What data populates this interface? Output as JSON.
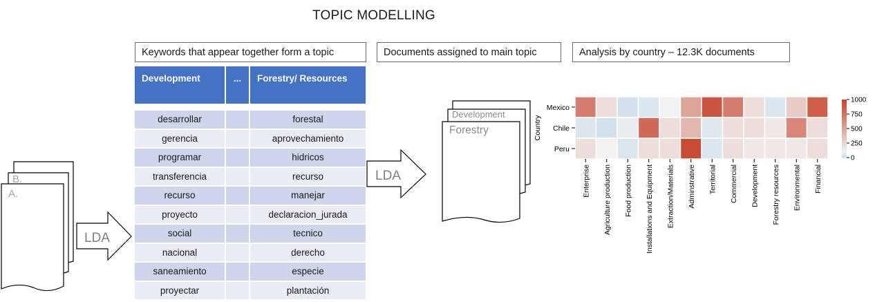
{
  "title": "TOPIC MODELLING",
  "steps": {
    "keywords": "Keywords that appear together form a topic",
    "assigned": "Documents assigned to main topic",
    "analysis": "Analysis by country – 12.3K documents"
  },
  "left_docs": {
    "front": "A.",
    "back": "B."
  },
  "lda_labels": {
    "first": "LDA",
    "second": "LDA"
  },
  "topic_docs": {
    "back": "Development",
    "front": "Forestry"
  },
  "table": {
    "headers": [
      "Development",
      "...",
      "Forestry/ Resources"
    ],
    "rows": [
      [
        "desarrollar",
        "",
        "forestal"
      ],
      [
        "gerencia",
        "",
        "aprovechamiento"
      ],
      [
        "programar",
        "",
        "hidricos"
      ],
      [
        "transferencia",
        "",
        "recurso"
      ],
      [
        "recurso",
        "",
        "manejar"
      ],
      [
        "proyecto",
        "",
        "declaracion_jurada"
      ],
      [
        "social",
        "",
        "tecnico"
      ],
      [
        "nacional",
        "",
        "derecho"
      ],
      [
        "saneamiento",
        "",
        "especie"
      ],
      [
        "proyectar",
        "",
        "plantación"
      ]
    ]
  },
  "chart_data": {
    "type": "heatmap",
    "ylabel": "Country",
    "y": [
      "Mexico",
      "Chile",
      "Peru"
    ],
    "x": [
      "Enterprise",
      "Agriculture production",
      "Food production",
      "Installations and Equipment",
      "Extraction/Materials",
      "Adminstrative",
      "Territorial",
      "Commercial",
      "Development",
      "Forestry resources",
      "Environmental",
      "Financial"
    ],
    "values": [
      [
        700,
        200,
        30,
        50,
        100,
        500,
        900,
        700,
        200,
        50,
        300,
        850
      ],
      [
        50,
        30,
        80,
        800,
        200,
        400,
        60,
        200,
        200,
        150,
        650,
        200
      ],
      [
        200,
        100,
        50,
        200,
        200,
        950,
        50,
        200,
        150,
        150,
        150,
        200
      ]
    ],
    "colorbar": {
      "min": 0,
      "max": 1000,
      "ticks": [
        0,
        250,
        500,
        750,
        1000
      ]
    },
    "colors": {
      "low": "#c5d9ea",
      "mid": "#f2f2f2",
      "high": "#c5412a"
    }
  }
}
